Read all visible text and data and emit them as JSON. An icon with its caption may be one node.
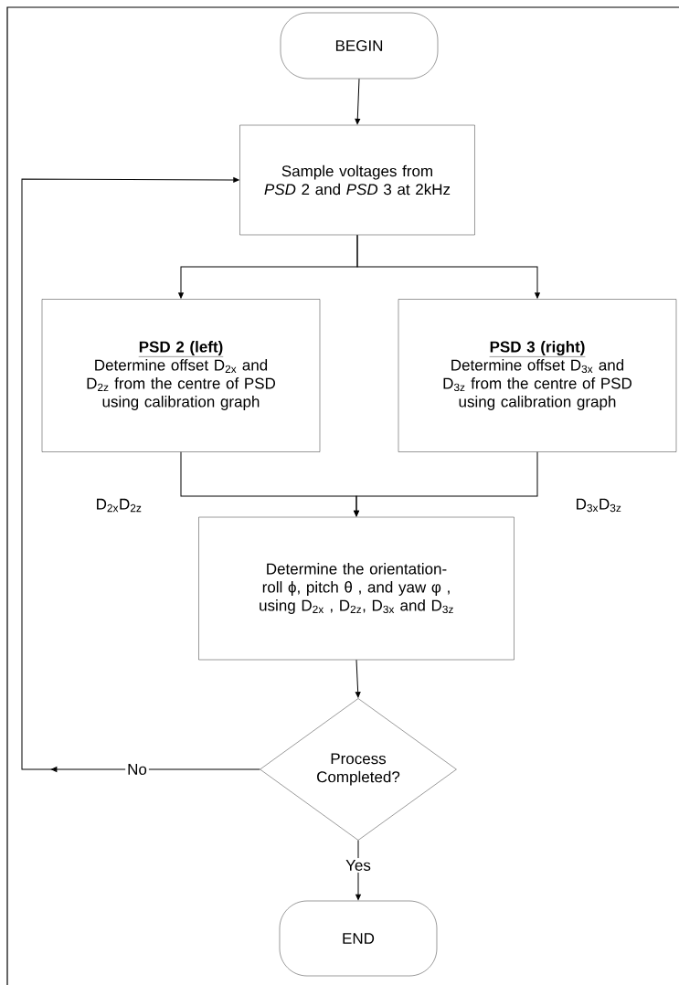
{
  "diagram": {
    "nodes": [
      {
        "text": [
          "BEGIN"
        ]
      },
      {
        "text": [
          "Sample voltages from *PSD* 2 and *PSD* 3 at 2kHz"
        ]
      },
      {
        "text": [
          "PSD 2 (left)",
          "Determine offset D$_{2x}$ and D$_{2z}$ from the centre of PSD using calibration graph"
        ]
      },
      {
        "text": [
          "PSD 3 (right)",
          "Determine offset D$_{3x}$ and D$_{3z}$ from the centre of PSD using calibration graph"
        ]
      },
      {
        "text": [
          "Determine the orientation- roll ϕ, pitch θ , and yaw φ , using D$_{2x}$ , D$_{2z}$, D$_{3x}$ and D$_{3z}$"
        ]
      },
      {
        "text": [
          "Process Completed?"
        ]
      },
      {
        "text": [
          "END"
        ]
      }
    ],
    "edges": [
      {
        "from": 0,
        "to": 1,
        "arrow": "to"
      },
      {
        "from": 1,
        "to": 2,
        "arrow": "to"
      },
      {
        "from": 1,
        "to": 3,
        "arrow": "to"
      },
      {
        "from": 2,
        "to": 4,
        "arrow": "to",
        "label": "D$_{2x}$D$_{2z}$"
      },
      {
        "from": 3,
        "to": 4,
        "arrow": "to",
        "label": "D$_{3x}$D$_{3z}$"
      },
      {
        "from": 4,
        "to": 5,
        "arrow": "to"
      },
      {
        "from": 5,
        "to": 1,
        "arrow": "to",
        "label": "No"
      },
      {
        "from": 5,
        "to": 6,
        "arrow": "to",
        "label": "Yes"
      }
    ]
  }
}
